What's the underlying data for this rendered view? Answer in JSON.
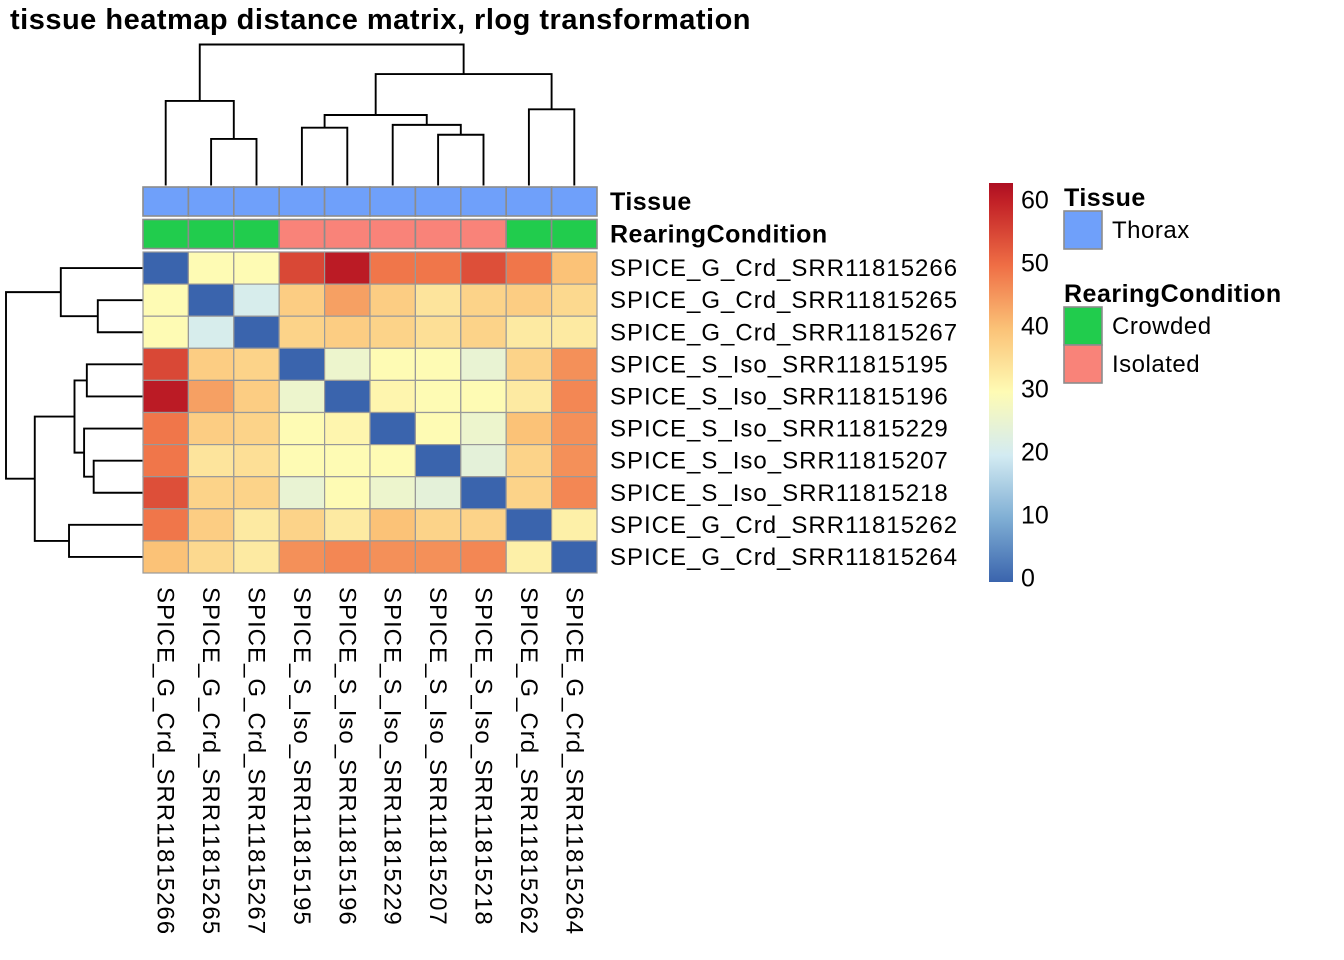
{
  "title": "tissue heatmap distance matrix, rlog transformation",
  "chart_data": {
    "type": "heatmap",
    "title": "tissue heatmap distance matrix, rlog transformation",
    "labels": [
      "SPICE_G_Crd_SRR11815266",
      "SPICE_G_Crd_SRR11815265",
      "SPICE_G_Crd_SRR11815267",
      "SPICE_S_Iso_SRR11815195",
      "SPICE_S_Iso_SRR11815196",
      "SPICE_S_Iso_SRR11815229",
      "SPICE_S_Iso_SRR11815207",
      "SPICE_S_Iso_SRR11815218",
      "SPICE_G_Crd_SRR11815262",
      "SPICE_G_Crd_SRR11815264"
    ],
    "matrix": [
      [
        0,
        30,
        30,
        55,
        61,
        49,
        49,
        54,
        49,
        40
      ],
      [
        30,
        0,
        21,
        38,
        44,
        38,
        34,
        37,
        38,
        36
      ],
      [
        30,
        21,
        0,
        37,
        38,
        37,
        35,
        37,
        33,
        33
      ],
      [
        55,
        38,
        37,
        0,
        26,
        30,
        30,
        25,
        37,
        46
      ],
      [
        61,
        44,
        38,
        26,
        0,
        31,
        30,
        30,
        33,
        47
      ],
      [
        49,
        38,
        37,
        30,
        31,
        0,
        30,
        26,
        40,
        46
      ],
      [
        49,
        34,
        35,
        30,
        30,
        30,
        0,
        24,
        37,
        46
      ],
      [
        54,
        37,
        37,
        25,
        30,
        26,
        24,
        0,
        37,
        47
      ],
      [
        49,
        38,
        33,
        37,
        33,
        40,
        37,
        37,
        0,
        32
      ],
      [
        40,
        36,
        33,
        46,
        47,
        46,
        46,
        47,
        32,
        0
      ]
    ],
    "colorbar": {
      "ticks": [
        0,
        10,
        20,
        30,
        40,
        50,
        60
      ],
      "max": 63,
      "stops": [
        [
          0,
          "#3A64AD"
        ],
        [
          10,
          "#7FAED4"
        ],
        [
          20,
          "#D3EBF2"
        ],
        [
          30,
          "#FEFBB4"
        ],
        [
          40,
          "#FBC277"
        ],
        [
          50,
          "#EF6E45"
        ],
        [
          60,
          "#C22127"
        ],
        [
          63,
          "#AD0E22"
        ]
      ]
    },
    "annotations": {
      "tracks": [
        {
          "name": "Tissue",
          "values": [
            "Thorax",
            "Thorax",
            "Thorax",
            "Thorax",
            "Thorax",
            "Thorax",
            "Thorax",
            "Thorax",
            "Thorax",
            "Thorax"
          ]
        },
        {
          "name": "RearingCondition",
          "values": [
            "Crowded",
            "Crowded",
            "Crowded",
            "Isolated",
            "Isolated",
            "Isolated",
            "Isolated",
            "Isolated",
            "Crowded",
            "Crowded"
          ]
        }
      ],
      "colors": {
        "Thorax": "#6FA0FA",
        "Crowded": "#21CC4D",
        "Isolated": "#F98379"
      }
    },
    "legend": {
      "groups": [
        {
          "title": "Tissue",
          "items": [
            {
              "label": "Thorax",
              "color": "#6FA0FA"
            }
          ]
        },
        {
          "title": "RearingCondition",
          "items": [
            {
              "label": "Crowded",
              "color": "#21CC4D"
            },
            {
              "label": "Isolated",
              "color": "#F98379"
            }
          ]
        }
      ]
    },
    "dendrogram": {
      "merges": [
        {
          "a": "L1",
          "b": "L2",
          "h": 0.33
        },
        {
          "a": "L0",
          "b": "N0",
          "h": 0.6
        },
        {
          "a": "L3",
          "b": "L4",
          "h": 0.41
        },
        {
          "a": "L6",
          "b": "L7",
          "h": 0.36
        },
        {
          "a": "L5",
          "b": "N3",
          "h": 0.43
        },
        {
          "a": "N2",
          "b": "N4",
          "h": 0.5
        },
        {
          "a": "L8",
          "b": "L9",
          "h": 0.54
        },
        {
          "a": "N5",
          "b": "N6",
          "h": 0.79
        },
        {
          "a": "N1",
          "b": "N7",
          "h": 1.0
        }
      ]
    },
    "colors": {
      "cell_border": "#999999",
      "annotation_border": "#8C8C8C",
      "dendrogram": "#000000",
      "background": "#FFFFFF",
      "text": "#000000"
    }
  }
}
